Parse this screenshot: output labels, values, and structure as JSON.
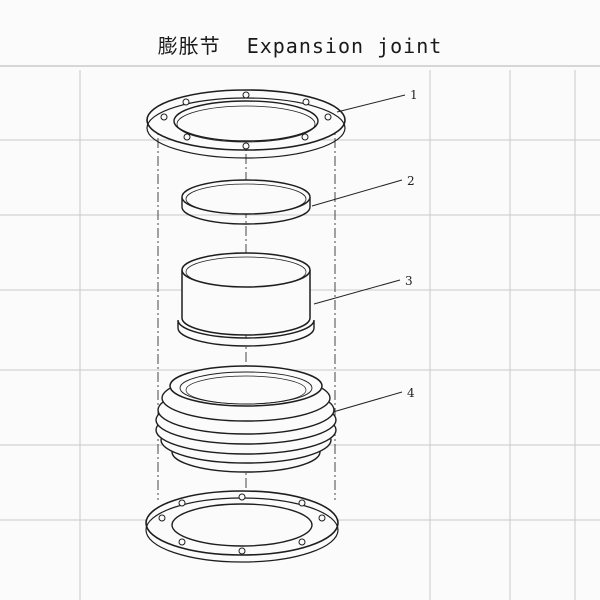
{
  "title": {
    "chinese": "膨胀节",
    "english": "Expansion joint"
  },
  "callouts": [
    "1",
    "2",
    "3",
    "4"
  ],
  "parts": [
    {
      "number": "1",
      "icon": "flange-ring-icon"
    },
    {
      "number": "2",
      "icon": "thin-ring-icon"
    },
    {
      "number": "3",
      "icon": "sleeve-icon"
    },
    {
      "number": "4",
      "icon": "bellows-icon"
    },
    {
      "number": "",
      "icon": "bottom-flange-icon"
    }
  ]
}
